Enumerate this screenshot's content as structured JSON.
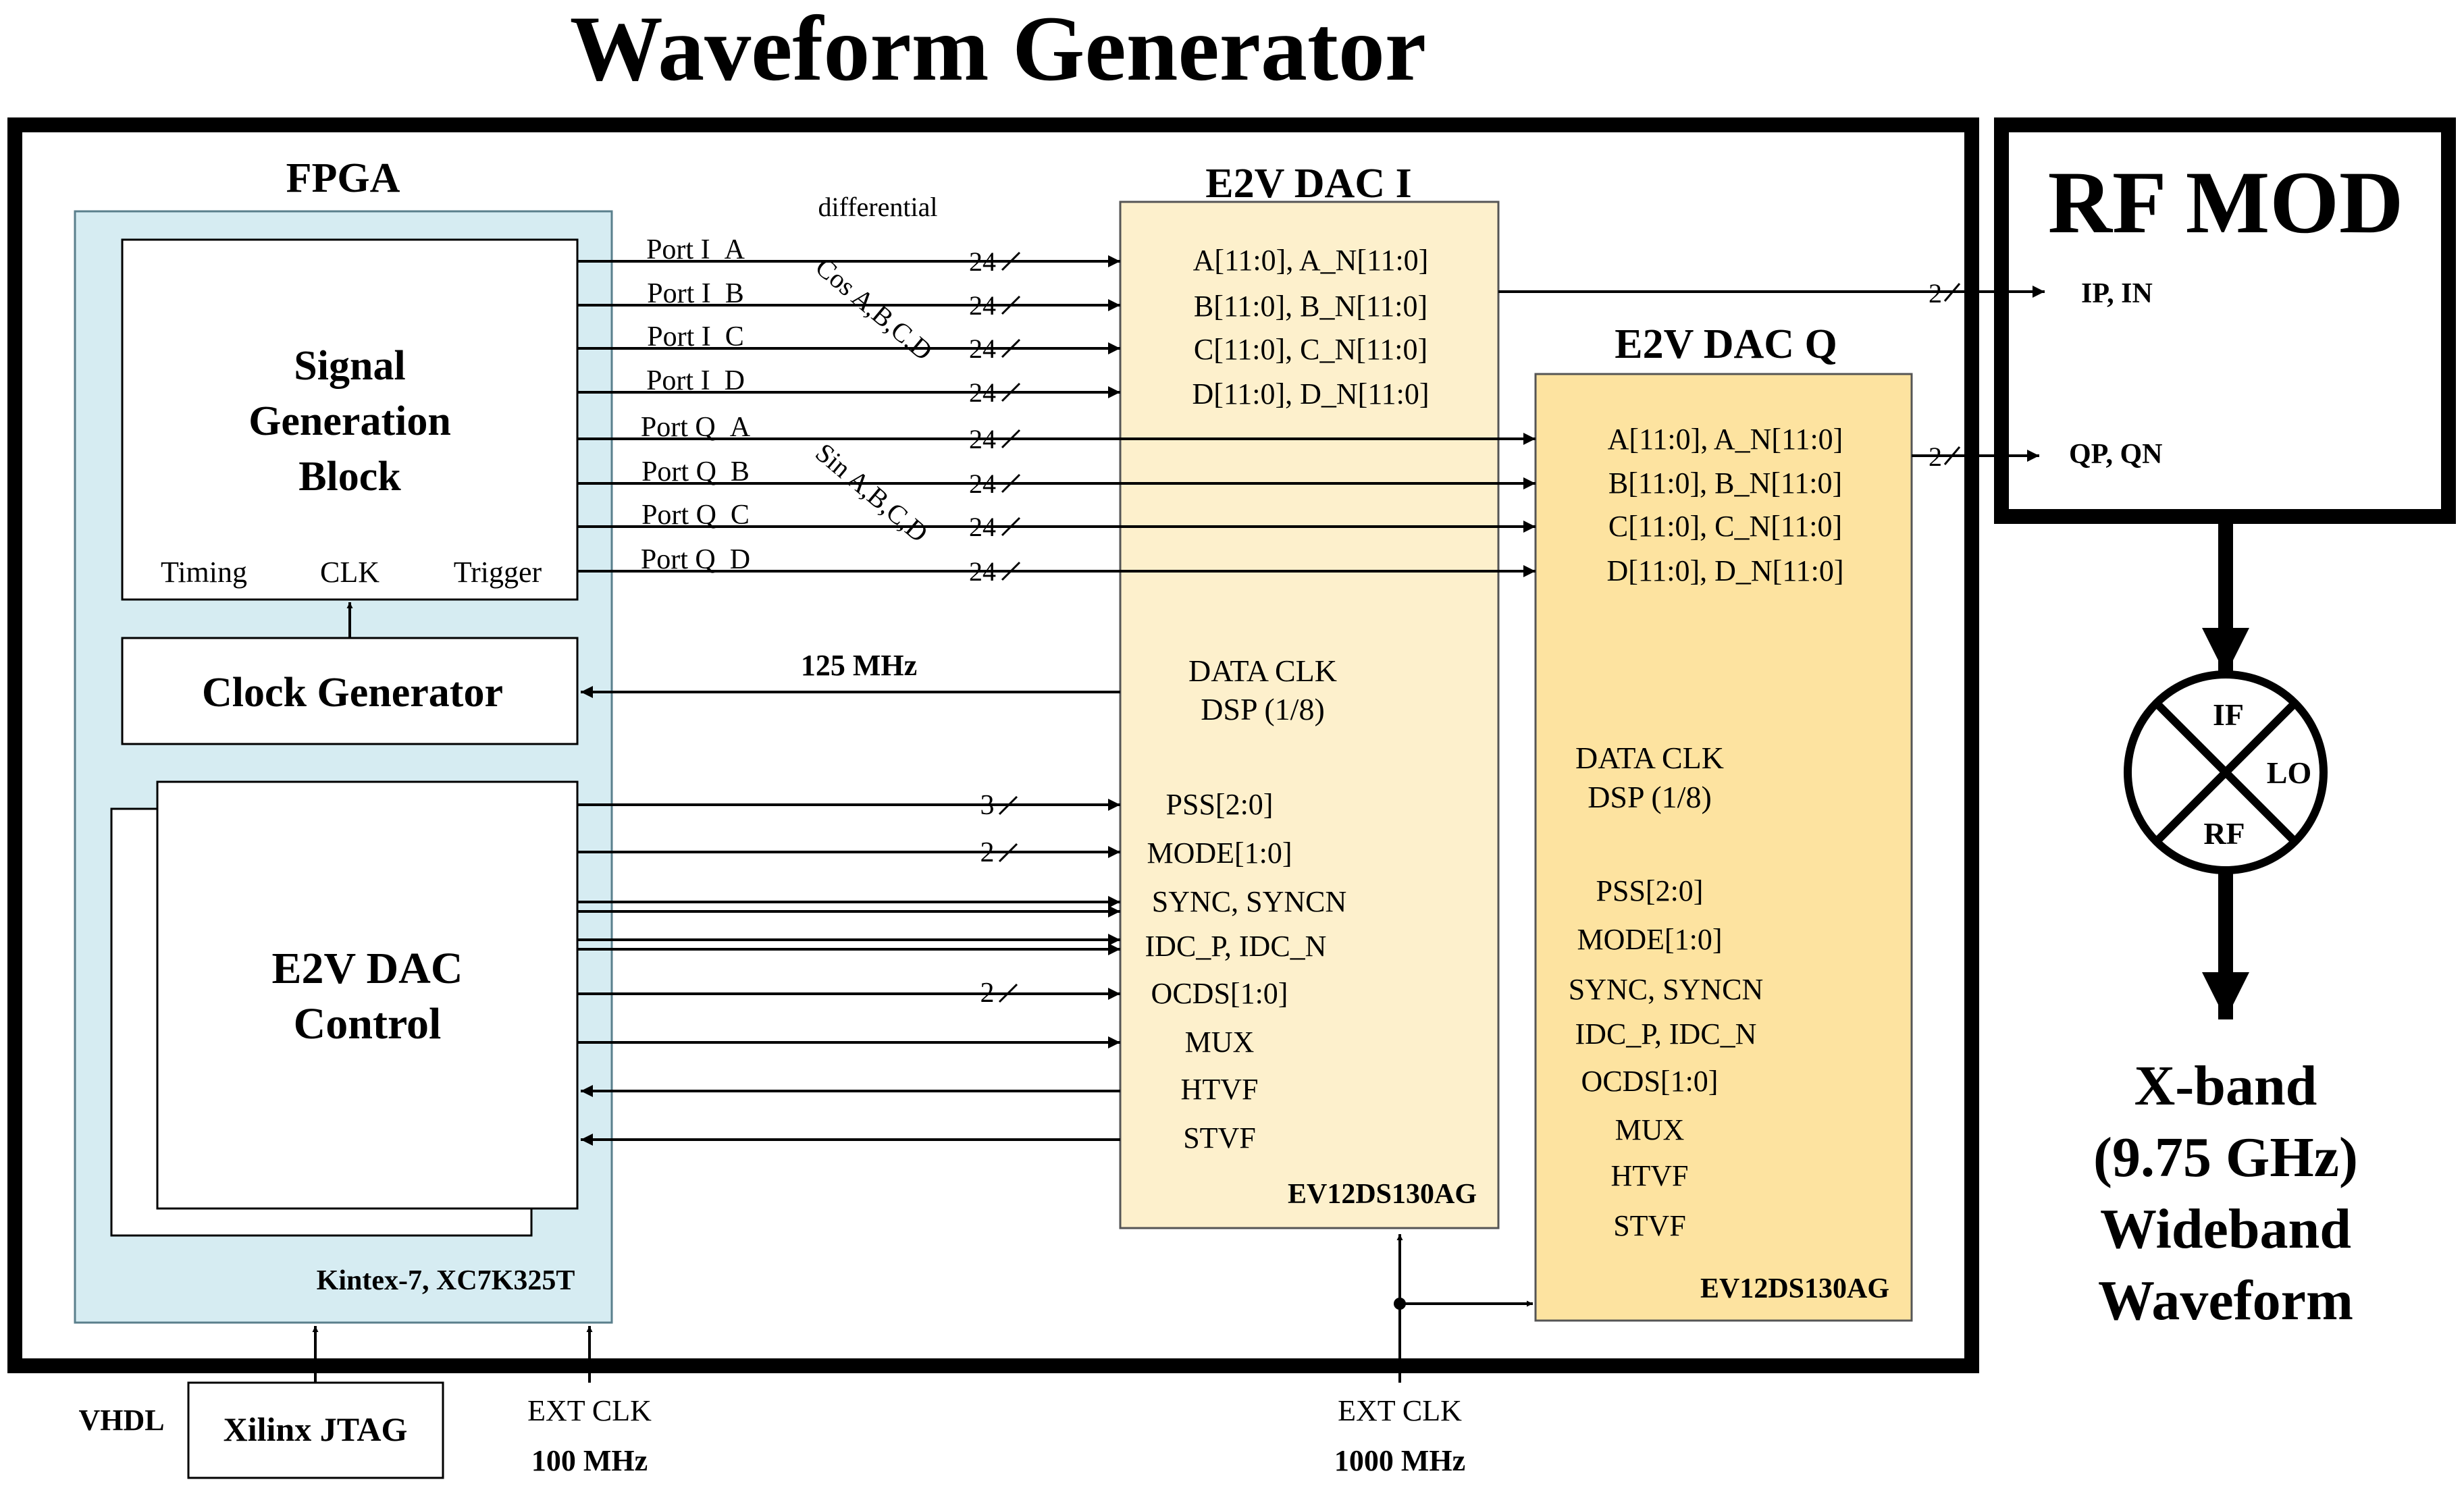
{
  "title": "Waveform Generator",
  "fpga": {
    "label": "FPGA",
    "part": "Kintex-7, XC7K325T",
    "signal_block": [
      "Signal",
      "Generation",
      "Block"
    ],
    "timing": "Timing",
    "clk": "CLK",
    "trigger": "Trigger",
    "clock_gen": "Clock Generator",
    "dac_control": [
      "E2V DAC",
      "Control"
    ]
  },
  "ports": [
    "Port I_A",
    "Port I_B",
    "Port I_C",
    "Port I_D",
    "Port Q_A",
    "Port Q_B",
    "Port Q_C",
    "Port Q_D"
  ],
  "bus_width": "24",
  "differential": "differential",
  "cos_label": "Cos A,B,C,D",
  "sin_label": "Sin A,B,C,D",
  "freq_125": "125 MHz",
  "ctrl_widths": {
    "pss": "3",
    "mode": "2",
    "ocds": "2"
  },
  "dac_i": {
    "title": "E2V DAC I",
    "inputs": [
      "A[11:0], A_N[11:0]",
      "B[11:0], B_N[11:0]",
      "C[11:0], C_N[11:0]",
      "D[11:0], D_N[11:0]"
    ],
    "data_clk": [
      "DATA CLK",
      "DSP (1/8)"
    ],
    "controls": [
      "PSS[2:0]",
      "MODE[1:0]",
      "SYNC, SYNCN",
      "IDC_P, IDC_N",
      "OCDS[1:0]",
      "MUX",
      "HTVF",
      "STVF"
    ],
    "part": "EV12DS130AG"
  },
  "dac_q": {
    "title": "E2V DAC Q",
    "inputs": [
      "A[11:0], A_N[11:0]",
      "B[11:0], B_N[11:0]",
      "C[11:0], C_N[11:0]",
      "D[11:0], D_N[11:0]"
    ],
    "data_clk": [
      "DATA CLK",
      "DSP (1/8)"
    ],
    "controls": [
      "PSS[2:0]",
      "MODE[1:0]",
      "SYNC, SYNCN",
      "IDC_P, IDC_N",
      "OCDS[1:0]",
      "MUX",
      "HTVF",
      "STVF"
    ],
    "part": "EV12DS130AG"
  },
  "rf_mod": {
    "title": "RF MOD",
    "ip": "IP, IN",
    "qp": "QP, QN",
    "width": "2"
  },
  "mixer": {
    "if": "IF",
    "lo": "LO",
    "rf": "RF"
  },
  "output": [
    "X-band",
    "(9.75 GHz)",
    "Wideband",
    "Waveform"
  ],
  "bottom": {
    "vhdl": "VHDL",
    "jtag": "Xilinx JTAG",
    "ext_clk": "EXT CLK",
    "ext_100": "100 MHz",
    "ext_1000": "1000 MHz"
  },
  "colors": {
    "fpga_fill": "#d6ecf2",
    "dac_i_fill": "#fdf0cc",
    "dac_q_fill": "#fde3a0",
    "line": "#000000"
  }
}
